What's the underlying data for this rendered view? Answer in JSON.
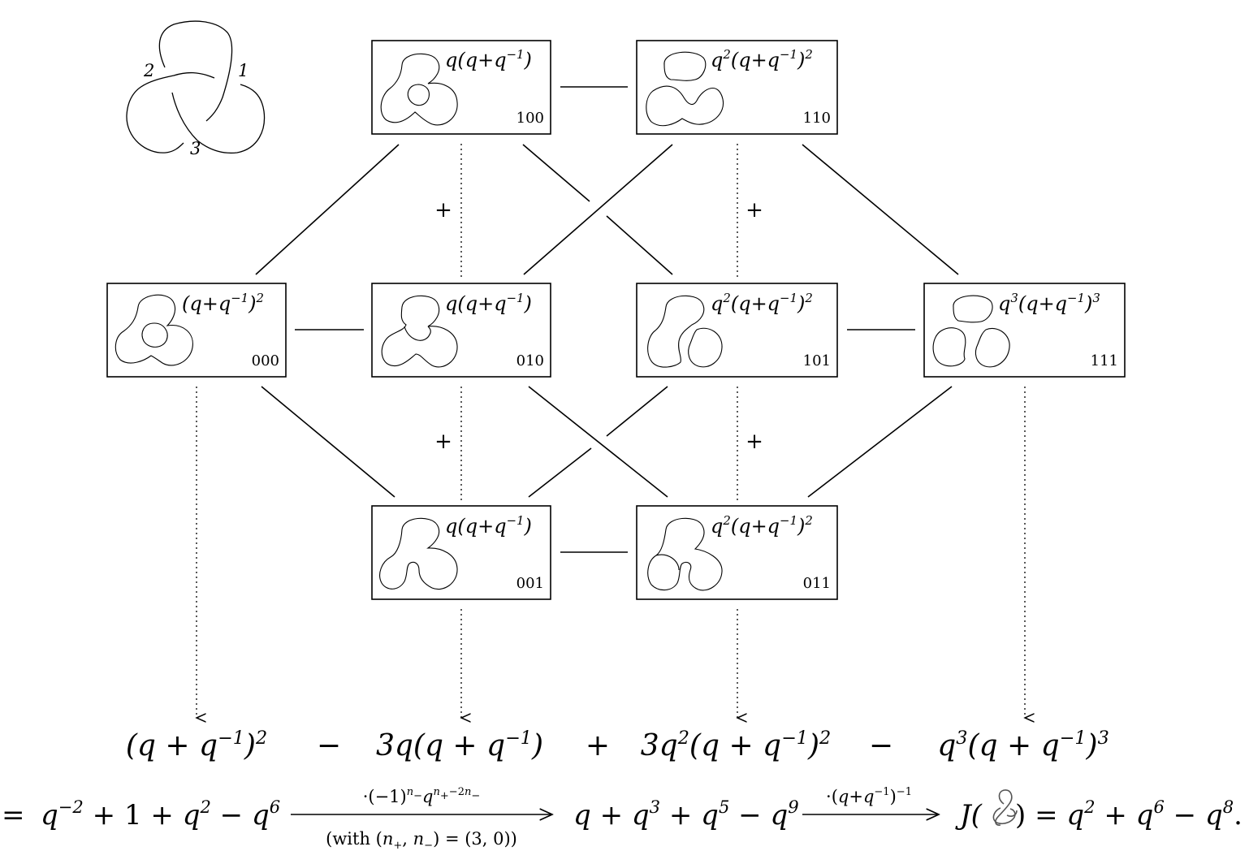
{
  "knot": {
    "labels": [
      "2",
      "1",
      "3"
    ]
  },
  "states": [
    {
      "id": "s100",
      "code": "100",
      "gen_html": "q(q+q<tspan class='sup' dy='-10'>−1</tspan><tspan dy='10'>)</tspan>"
    },
    {
      "id": "s110",
      "code": "110",
      "gen_html": "q<tspan class='sup' dy='-10'>2</tspan><tspan dy='10'>(q+q</tspan><tspan class='sup' dy='-10'>−1</tspan><tspan dy='10'>)</tspan><tspan class='sup' dy='-10'>2</tspan>"
    },
    {
      "id": "s000",
      "code": "000",
      "gen_html": "(q+q<tspan class='sup' dy='-10'>−1</tspan><tspan dy='10'>)</tspan><tspan class='sup' dy='-10'>2</tspan>"
    },
    {
      "id": "s010",
      "code": "010",
      "gen_html": "q(q+q<tspan class='sup' dy='-10'>−1</tspan><tspan dy='10'>)</tspan>"
    },
    {
      "id": "s101",
      "code": "101",
      "gen_html": "q<tspan class='sup' dy='-10'>2</tspan><tspan dy='10'>(q+q</tspan><tspan class='sup' dy='-10'>−1</tspan><tspan dy='10'>)</tspan><tspan class='sup' dy='-10'>2</tspan>"
    },
    {
      "id": "s111",
      "code": "111",
      "gen_html": "q<tspan class='sup' dy='-10'>3</tspan><tspan dy='10'>(q+q</tspan><tspan class='sup' dy='-10'>−1</tspan><tspan dy='10'>)</tspan><tspan class='sup' dy='-10'>3</tspan>"
    },
    {
      "id": "s001",
      "code": "001",
      "gen_html": "q(q+q<tspan class='sup' dy='-10'>−1</tspan><tspan dy='10'>)</tspan>"
    },
    {
      "id": "s011",
      "code": "011",
      "gen_html": "q<tspan class='sup' dy='-10'>2</tspan><tspan dy='10'>(q+q</tspan><tspan class='sup' dy='-10'>−1</tspan><tspan dy='10'>)</tspan><tspan class='sup' dy='-10'>2</tspan>"
    }
  ],
  "plus_signs": [
    "+",
    "+",
    "+",
    "+"
  ],
  "sum": {
    "terms": [
      "(q + q<tspan class='sup' dy='-14'>−1</tspan><tspan dy='14'>)</tspan><tspan class='sup' dy='-14'>2</tspan>",
      "3q(q + q<tspan class='sup' dy='-14'>−1</tspan><tspan dy='14'>)</tspan>",
      "3q<tspan class='sup' dy='-14'>2</tspan><tspan dy='14'>(q + q</tspan><tspan class='sup' dy='-14'>−1</tspan><tspan dy='14'>)</tspan><tspan class='sup' dy='-14'>2</tspan>",
      "q<tspan class='sup' dy='-14'>3</tspan><tspan dy='14'>(q + q</tspan><tspan class='sup' dy='-14'>−1</tspan><tspan dy='14'>)</tspan><tspan class='sup' dy='-14'>3</tspan>"
    ],
    "operators": [
      "−",
      "+",
      "−"
    ]
  },
  "bottom": {
    "equals": "=",
    "bracket_poly": "q<tspan class='sup' dy='-14'>−2</tspan><tspan dy='14' class='up'> + 1 + </tspan><tspan>q</tspan><tspan class='sup' dy='-14'>2</tspan><tspan dy='14' class='up'> − </tspan><tspan>q</tspan><tspan class='sup' dy='-14'>6</tspan>",
    "arrow1_top": "·(−1)<tspan class='sup it' dy='-9'>n</tspan><tspan class='sub it' dy='5'>−</tspan><tspan dy='4' class='it'>q</tspan><tspan class='sup it' dy='-9'>n</tspan><tspan class='sub it' dy='5'>+</tspan><tspan class='sup' dy='-5'>−2</tspan><tspan class='sup it'>n</tspan><tspan class='sub it' dy='5'>−</tspan>",
    "arrow1_bottom": "(with (<tspan class='it'>n</tspan><tspan class='sub' dy='5'>+</tspan><tspan dy='-5'>, </tspan><tspan class='it'>n</tspan><tspan class='sub' dy='5'>−</tspan><tspan dy='-5'>) = (3, 0))</tspan>",
    "unnormalized": "q<tspan class='up'> + </tspan><tspan>q</tspan><tspan class='sup' dy='-14'>3</tspan><tspan dy='14' class='up'> + </tspan><tspan>q</tspan><tspan class='sup' dy='-14'>5</tspan><tspan dy='14' class='up'> − </tspan><tspan>q</tspan><tspan class='sup' dy='-14'>9</tspan>",
    "arrow2_top": "·(<tspan class='it'>q</tspan>+<tspan class='it'>q</tspan><tspan class='sup' dy='-9'>−1</tspan><tspan dy='9'>)</tspan><tspan class='sup' dy='-9'>−1</tspan>",
    "jones_prefix": "J(",
    "jones_result": "<tspan class='up'>) = </tspan><tspan>q</tspan><tspan class='sup' dy='-14'>2</tspan><tspan dy='14' class='up'> + </tspan><tspan>q</tspan><tspan class='sup' dy='-14'>6</tspan><tspan dy='14' class='up'> − </tspan><tspan>q</tspan><tspan class='sup' dy='-14'>8</tspan><tspan dy='14' class='up'>.</tspan>"
  }
}
